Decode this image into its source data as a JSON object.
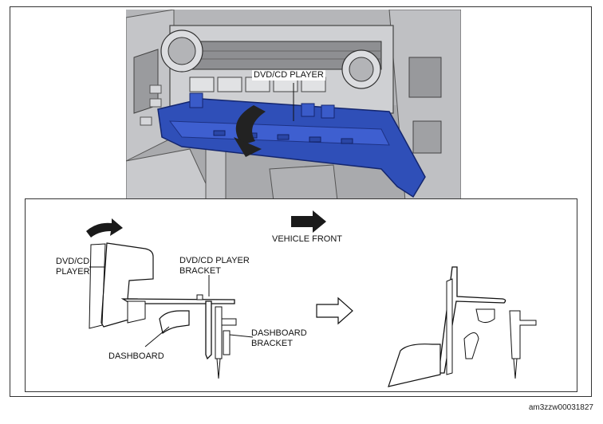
{
  "photo": {
    "callout_label": "DVD/CD PLAYER"
  },
  "detail": {
    "direction_label": "VEHICLE FRONT",
    "labels": {
      "player": "DVD/CD\nPLAYER",
      "player_bracket": "DVD/CD PLAYER\nBRACKET",
      "dashboard": "DASHBOARD",
      "dashboard_bracket": "DASHBOARD\nBRACKET"
    }
  },
  "figure_id": "am3zzw00031827",
  "colors": {
    "bracket_blue": "#2f4fb8",
    "metal_gray": "#b9babc",
    "arrow": "#1a1a1a"
  }
}
